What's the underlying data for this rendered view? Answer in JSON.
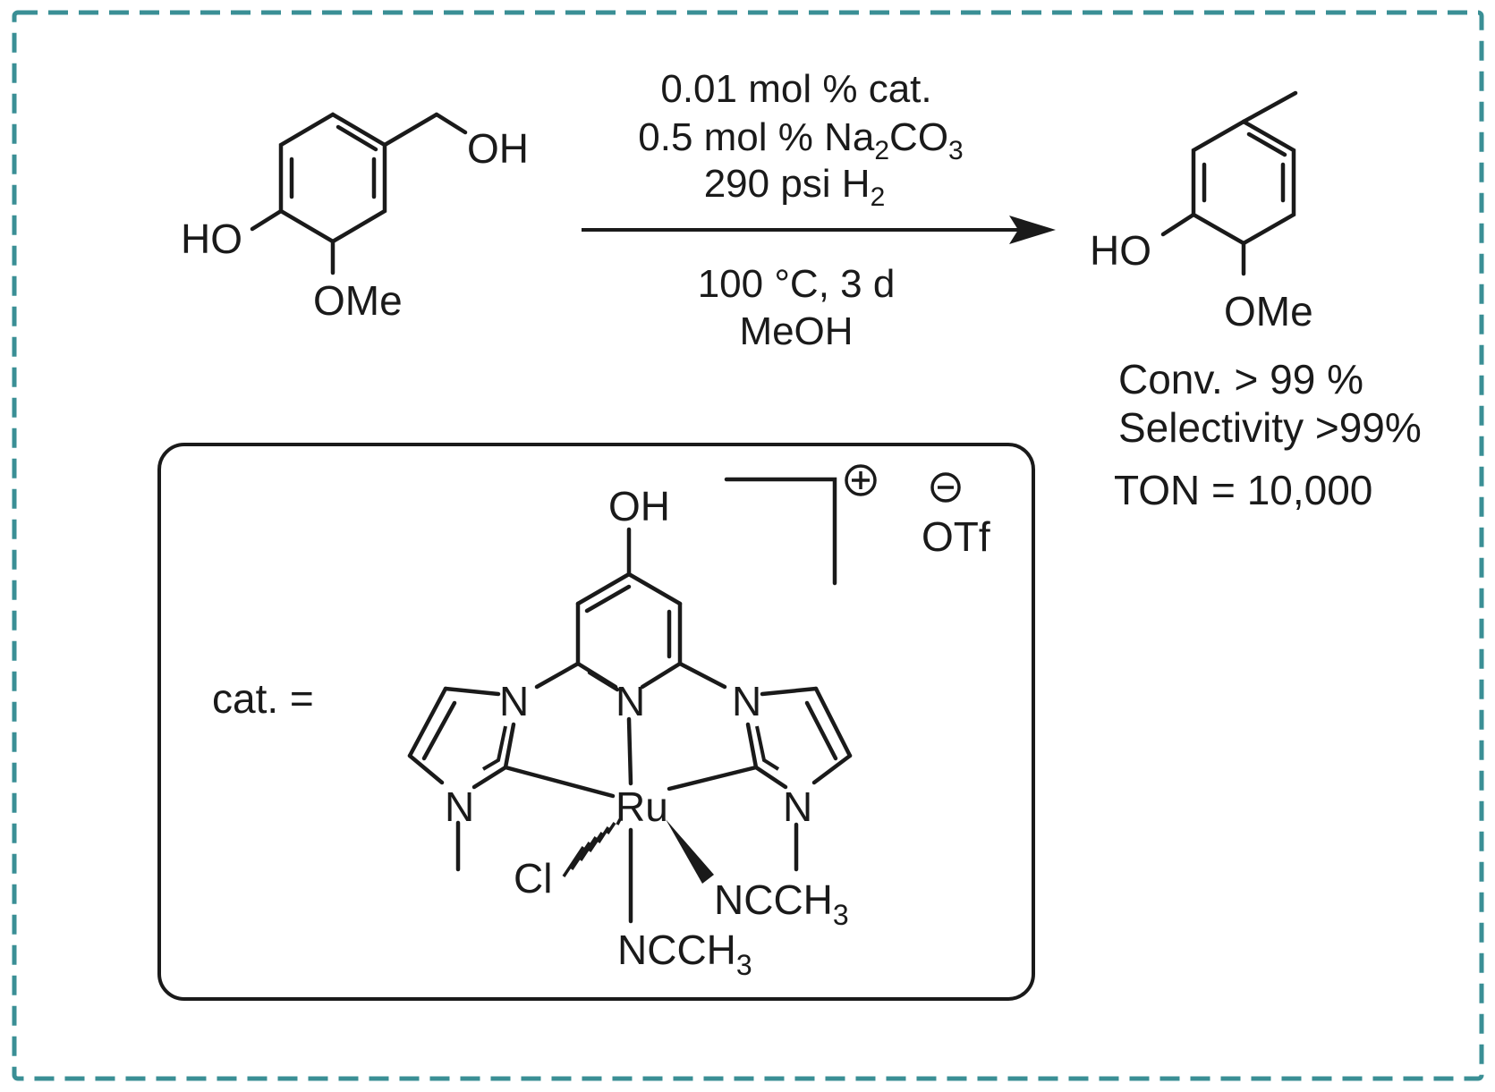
{
  "colors": {
    "frame_border": "#3a8f95",
    "ink": "#1a1a1a"
  },
  "reactant": {
    "oh": "OH",
    "ho": "HO",
    "ome": "OMe"
  },
  "conditions": {
    "catalyst_loading": "0.01 mol % cat.",
    "base_prefix": "0.5 mol % Na",
    "base_sub1": "2",
    "base_mid": "CO",
    "base_sub2": "3",
    "pressure_prefix": "290 psi H",
    "pressure_sub": "2",
    "temp_time": "100 °C, 3 d",
    "solvent": "MeOH"
  },
  "product": {
    "ho": "HO",
    "ome": "OMe"
  },
  "results": {
    "conversion": "Conv. > 99 %",
    "selectivity": "Selectivity >99%",
    "ton": "TON = 10,000"
  },
  "catalyst": {
    "label": "cat. =",
    "oh": "OH",
    "n_pyridine": "N",
    "n_left_top": "N",
    "n_left_bottom": "N",
    "n_right_top": "N",
    "n_right_bottom": "N",
    "metal": "Ru",
    "cl": "Cl",
    "ligand_right_prefix": "NCCH",
    "ligand_right_sub": "3",
    "ligand_bottom_prefix": "NCCH",
    "ligand_bottom_sub": "3",
    "cation_charge": "+",
    "anion_charge": "−",
    "counterion": "OTf"
  }
}
